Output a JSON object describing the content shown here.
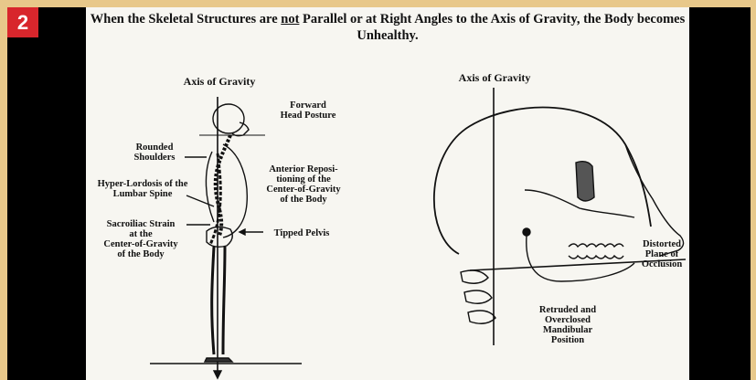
{
  "badge": "2",
  "title": {
    "before": "When the Skeletal Structures are ",
    "underlined": "not",
    "after": " Parallel or at Right Angles to the Axis of Gravity, the Body becomes Unhealthy."
  },
  "left_figure": {
    "axis_label": "Axis of Gravity",
    "forward_head": "Forward\nHead Posture",
    "rounded_shoulders": "Rounded\nShoulders",
    "anterior_repositioning": "Anterior Reposi-\ntioning of the\nCenter-of-Gravity\nof the Body",
    "hyper_lordosis": "Hyper-Lordosis of the\nLumbar Spine",
    "sacroiliac": "Sacroiliac Strain\nat the\nCenter-of-Gravity\nof the Body",
    "tipped_pelvis": "Tipped Pelvis"
  },
  "right_figure": {
    "axis_label": "Axis of Gravity",
    "distorted_plane": "Distorted\nPlane of\nOcclusion",
    "retruded": "Retruded and\nOverclosed\nMandibular\nPosition"
  },
  "colors": {
    "frame": "#e8c88a",
    "badge": "#d8262c",
    "slide": "#f7f6f1",
    "ink": "#111111"
  }
}
